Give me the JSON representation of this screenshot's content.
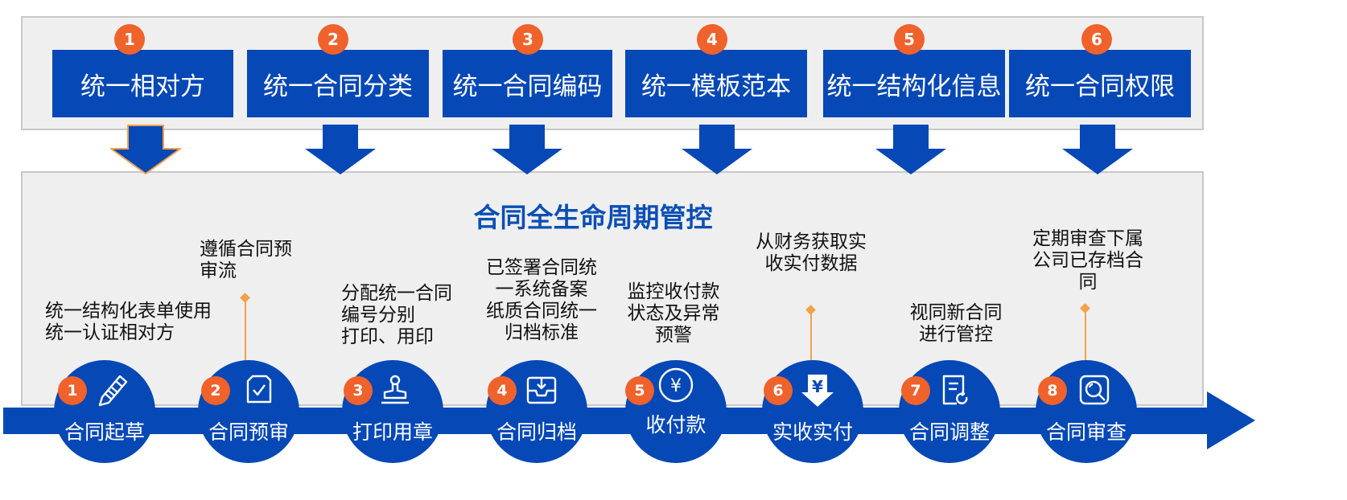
{
  "principles": [
    {
      "num": "1",
      "label": "统一相对方"
    },
    {
      "num": "2",
      "label": "统一合同分类"
    },
    {
      "num": "3",
      "label": "统一合同编码"
    },
    {
      "num": "4",
      "label": "统一模板范本"
    },
    {
      "num": "5",
      "label": "统一结构化信息"
    },
    {
      "num": "6",
      "label": "统一合同权限"
    }
  ],
  "main_title": "合同全生命周期管控",
  "stages": [
    {
      "num": "1",
      "label": "合同起草",
      "icon": "pencil-icon",
      "desc": [
        "统一结构化表单使用",
        "统一认证相对方"
      ]
    },
    {
      "num": "2",
      "label": "合同预审",
      "icon": "document-check-icon",
      "desc": [
        "遵循合同预",
        "审流"
      ]
    },
    {
      "num": "3",
      "label": "打印用章",
      "icon": "stamp-icon",
      "desc": [
        "分配统一合同",
        "编号分别",
        "打印、用印"
      ]
    },
    {
      "num": "4",
      "label": "合同归档",
      "icon": "archive-tray-icon",
      "desc": [
        "已签署合同统",
        "一系统备案",
        "纸质合同统一",
        "归档标准"
      ]
    },
    {
      "num": "5",
      "label": "收付款",
      "icon": "yen-circle-icon",
      "desc": [
        "监控收付款",
        "状态及异常",
        "预警"
      ]
    },
    {
      "num": "6",
      "label": "实收实付",
      "icon": "yen-download-icon",
      "desc": [
        "从财务获取实",
        "收实付数据"
      ]
    },
    {
      "num": "7",
      "label": "合同调整",
      "icon": "document-refresh-icon",
      "desc": [
        "视同新合同",
        "进行管控"
      ]
    },
    {
      "num": "8",
      "label": "合同审查",
      "icon": "magnifier-icon",
      "desc": [
        "定期审查下属",
        "公司已存档合",
        "同"
      ]
    }
  ],
  "colors": {
    "primary_blue": "#0548b6",
    "badge_orange": "#f0622c",
    "connector_orange": "#f5a04a",
    "panel_gray": "#efefef"
  }
}
